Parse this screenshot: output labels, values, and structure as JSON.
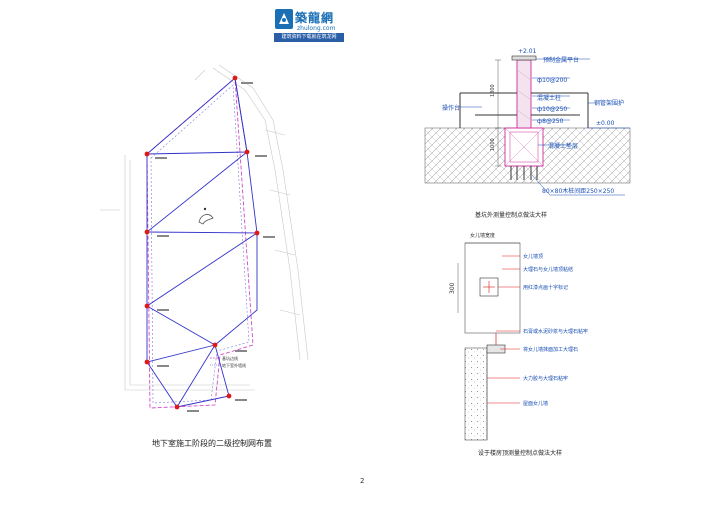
{
  "logo": {
    "title": "築龍網",
    "url": "zhulong.com",
    "band": "建筑资料下载就在筑龙网",
    "brand_color": "#1a6fb5"
  },
  "left_drawing": {
    "caption": "地下室施工阶段的二级控制网布置",
    "legend_item_1": "基坑边线",
    "legend_item_2": "地下室外墙线"
  },
  "pit_detail": {
    "caption": "基坑外测量控制点做法大样",
    "dim_top": "+2.01",
    "dim_zero": "±0.00",
    "dim_1800": "1800",
    "dim_1000": "1000",
    "label_platform": "预制金属平台",
    "label_rebar_1": "ф10@200",
    "label_column": "混凝土柱",
    "label_rebar_2": "ф10@250",
    "label_rebar_3": "ф8@250",
    "label_steel_rail": "钢管架围护",
    "label_stage": "操作台",
    "label_pad": "混凝土垫层",
    "label_piles": "80×80木桩间距250×250"
  },
  "building_detail": {
    "caption": "设于楼房顶测量控制点做法大样",
    "wall_top_label": "女儿墙宽度",
    "dim_300": "300",
    "label_1": "女儿墙顶",
    "label_2": "大理石与女儿墙顶粘结",
    "label_3": "用红漆点画十字标记",
    "label_4": "石膏或水泥砂浆与大理石粘牢",
    "label_5": "将女儿墙抹面加工大理石",
    "label_6": "大力胶与大理石粘牢",
    "label_7": "屋面女儿墙"
  },
  "page_number": "2"
}
